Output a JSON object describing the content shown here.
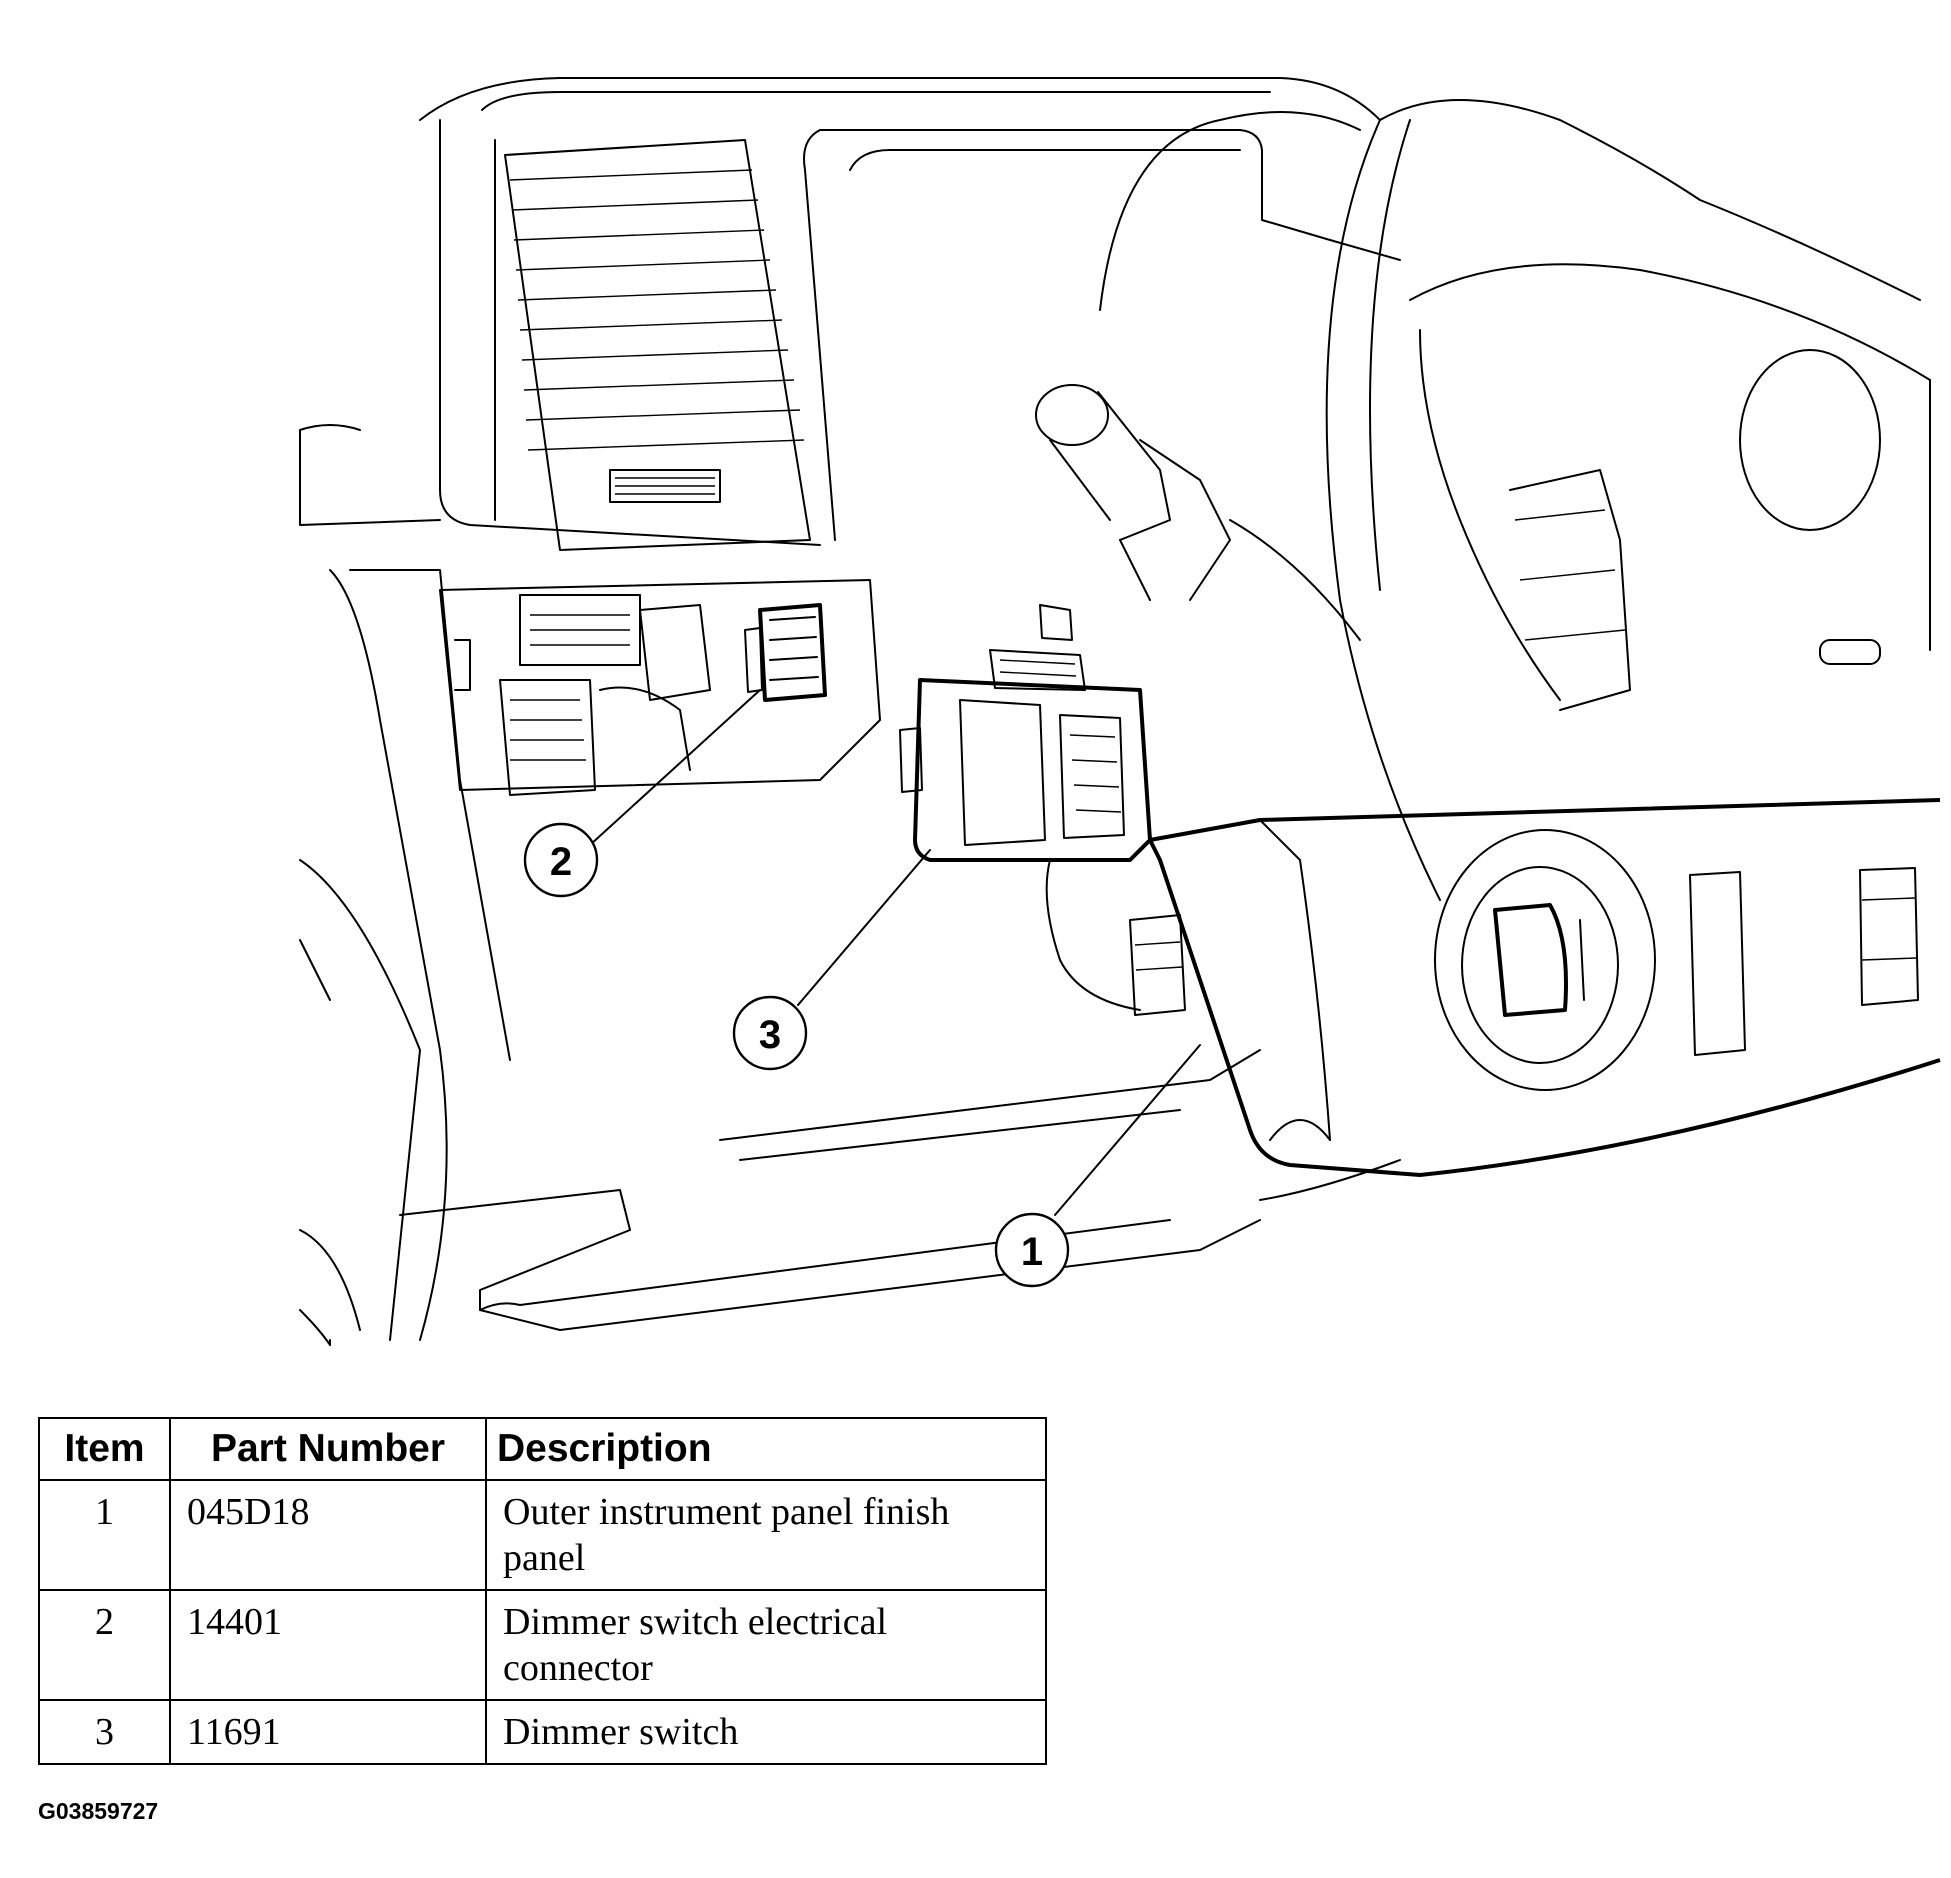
{
  "figure": {
    "callouts": [
      "1",
      "2",
      "3"
    ]
  },
  "parts_table": {
    "headers": {
      "item": "Item",
      "part_number": "Part Number",
      "description": "Description"
    },
    "rows": [
      {
        "item": "1",
        "part_number": "045D18",
        "description": "Outer instrument panel finish panel"
      },
      {
        "item": "2",
        "part_number": "14401",
        "description": "Dimmer switch electrical connector"
      },
      {
        "item": "3",
        "part_number": "11691",
        "description": "Dimmer switch"
      }
    ]
  },
  "figure_id": "G03859727"
}
